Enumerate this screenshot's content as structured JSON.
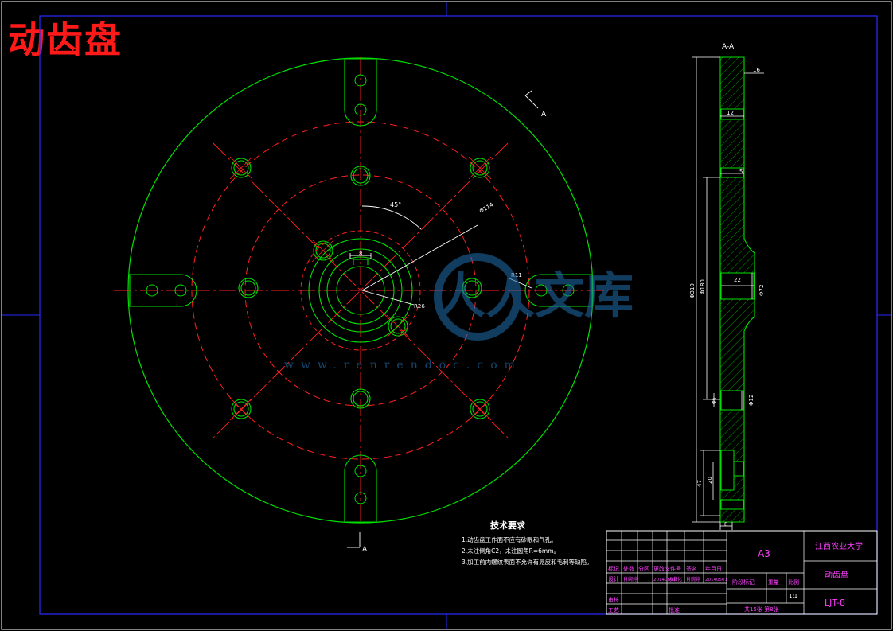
{
  "title": "动齿盘",
  "section_label": "A-A",
  "section_arrow_label": "A",
  "dims_plan": {
    "angle": "45°",
    "dia_bolt": "Φ114",
    "key": "8",
    "r_inner": "R26",
    "r_slot": "R11"
  },
  "dims_section": {
    "d16": "16",
    "d12a": "12",
    "d5": "5",
    "d22": "22",
    "phi310": "Φ310",
    "phi180": "Φ180",
    "phi72": "Φ72",
    "phi12": "Φ12",
    "phi6": "Φ6",
    "d47": "47",
    "d20": "20",
    "d8": "8"
  },
  "tech": {
    "heading": "技术要求",
    "items": [
      "1.动齿盘工作面不应有砂眼和气孔。",
      "2.未注倒角C2，未注圆角R=6mm。",
      "3.加工前内螺纹表面不允许有晃皮和毛刺等缺陷。"
    ]
  },
  "watermark": {
    "logo_text": "人人文库",
    "url": "www.renrendoc.com"
  },
  "titleblock": {
    "sheet": "A3",
    "school": "江西农业大学",
    "part": "动齿盘",
    "code": "LJT-8",
    "rev_headers": [
      "标记",
      "处数",
      "分区",
      "更改文件号",
      "签名",
      "年月日"
    ],
    "row_design": [
      "设计",
      "肖婉婷",
      "20140501",
      "标准化",
      "肖婉婷",
      "20140501"
    ],
    "stage_label": "阶段标记",
    "weight_label": "重量",
    "scale_label": "比例",
    "scale": "1:1",
    "review": "审核",
    "process": "工艺",
    "approve": "批准",
    "sheets": "共15张 第8张"
  }
}
